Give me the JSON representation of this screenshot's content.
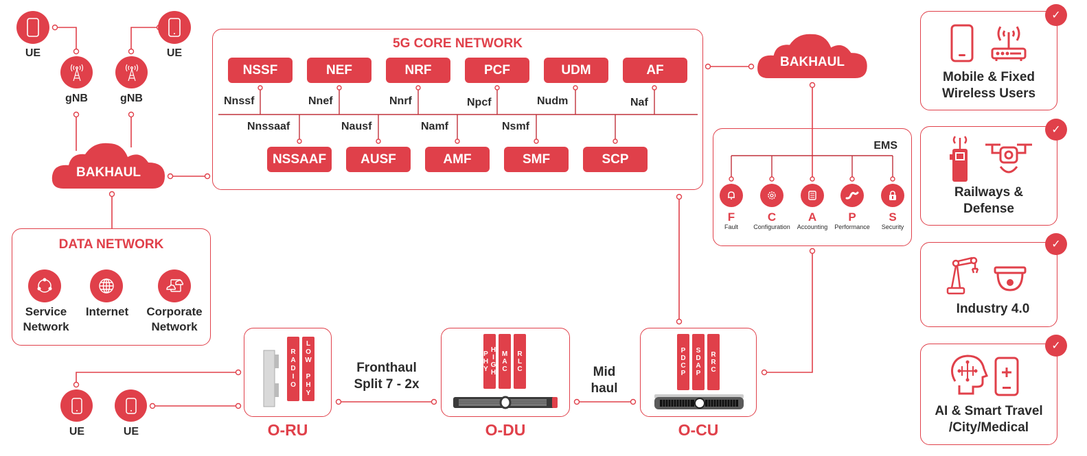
{
  "colors": {
    "accent": "#e0404a",
    "text": "#2b2b2b",
    "device_gray": "#555555"
  },
  "ue_top": [
    {
      "label": "UE"
    },
    {
      "label": "UE"
    }
  ],
  "gnb": [
    {
      "label": "gNB"
    },
    {
      "label": "gNB"
    }
  ],
  "backhaul_left": {
    "label": "BAKHAUL"
  },
  "backhaul_right": {
    "label": "BAKHAUL"
  },
  "core": {
    "title": "5G CORE NETWORK",
    "top_functions": [
      {
        "name": "NSSF",
        "interface": "Nnssf"
      },
      {
        "name": "NEF",
        "interface": "Nnef"
      },
      {
        "name": "NRF",
        "interface": "Nnrf"
      },
      {
        "name": "PCF",
        "interface": "Npcf"
      },
      {
        "name": "UDM",
        "interface": "Nudm"
      },
      {
        "name": "AF",
        "interface": "Naf"
      }
    ],
    "bottom_functions": [
      {
        "name": "NSSAAF",
        "interface": "Nnssaaf"
      },
      {
        "name": "AUSF",
        "interface": "Nausf"
      },
      {
        "name": "AMF",
        "interface": "Namf"
      },
      {
        "name": "SMF",
        "interface": "Nsmf"
      },
      {
        "name": "SCP",
        "interface": ""
      }
    ]
  },
  "data_network": {
    "title": "DATA NETWORK",
    "items": [
      {
        "label_l1": "Service",
        "label_l2": "Network",
        "icon": "service-network-icon"
      },
      {
        "label_l1": "Internet",
        "label_l2": "",
        "icon": "globe-icon"
      },
      {
        "label_l1": "Corporate",
        "label_l2": "Network",
        "icon": "corporate-cloud-icon"
      }
    ]
  },
  "ems": {
    "title": "EMS",
    "items": [
      {
        "letter": "F",
        "word": "Fault",
        "icon": "bell-icon"
      },
      {
        "letter": "C",
        "word": "Configuration",
        "icon": "gear-icon"
      },
      {
        "letter": "A",
        "word": "Accounting",
        "icon": "ledger-icon"
      },
      {
        "letter": "P",
        "word": "Performance",
        "icon": "wave-icon"
      },
      {
        "letter": "S",
        "word": "Security",
        "icon": "lock-icon"
      }
    ]
  },
  "oru": {
    "label": "O-RU",
    "layers": [
      "RADIO",
      "LOW PHY"
    ]
  },
  "odu": {
    "label": "O-DU",
    "layers": [
      "HIGH PHY",
      "MAC",
      "RLC"
    ]
  },
  "ocu": {
    "label": "O-CU",
    "layers": [
      "PDCP",
      "SDAP",
      "RRC"
    ]
  },
  "fronthaul": {
    "l1": "Fronthaul",
    "l2": "Split 7 - 2x"
  },
  "midhaul": {
    "l1": "Mid",
    "l2": "haul"
  },
  "ue_bottom": [
    {
      "label": "UE"
    },
    {
      "label": "UE"
    }
  ],
  "use_cases": [
    {
      "l1": "Mobile & Fixed",
      "l2": "Wireless Users",
      "icons": [
        "smartphone-icon",
        "wifi-router-icon"
      ]
    },
    {
      "l1": "Railways &",
      "l2": "Defense",
      "icons": [
        "walkie-talkie-icon",
        "drone-icon"
      ]
    },
    {
      "l1": "Industry 4.0",
      "l2": "",
      "icons": [
        "robot-arm-icon",
        "security-camera-icon"
      ]
    },
    {
      "l1": "AI & Smart Travel",
      "l2": "/City/Medical",
      "icons": [
        "ai-head-icon",
        "medical-phone-icon"
      ]
    }
  ]
}
